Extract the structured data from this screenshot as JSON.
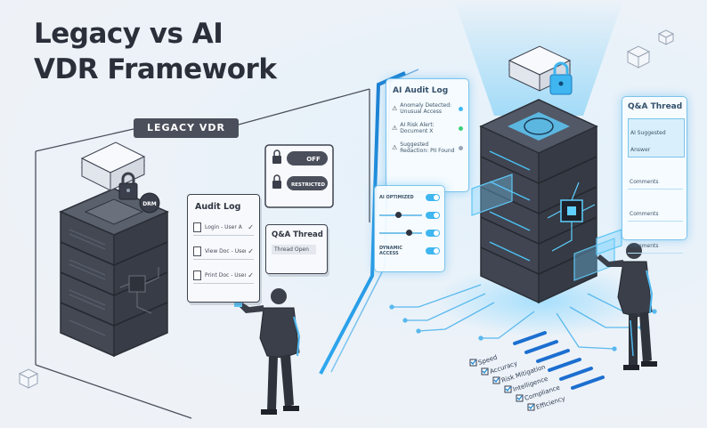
{
  "title_line1": "Legacy vs AI",
  "title_line2": "VDR Framework",
  "legacy": {
    "label": "LEGACY VDR",
    "drm_badge": "DRM",
    "audit_log": {
      "title": "Audit Log",
      "rows": [
        "Login - User A",
        "View Doc - User B",
        "Print Doc - User C"
      ]
    },
    "toggles": [
      "OFF",
      "RESTRICTED"
    ],
    "qa": {
      "title": "Q&A Thread",
      "subtitle": "Thread Open"
    }
  },
  "ai": {
    "audit_log": {
      "title": "AI Audit Log",
      "rows": [
        "Anomaly Detected: Unusual Access",
        "AI Risk Alert: Document X",
        "Suggested Redaction: PII Found"
      ]
    },
    "controls": [
      "AI OPTIMIZED",
      "DYNAMIC ACCESS"
    ],
    "qa": {
      "title": "Q&A Thread",
      "rows": [
        "AI Suggested Answer",
        "Comments",
        "Comments",
        "Comments"
      ]
    },
    "metrics": [
      "Speed",
      "Accuracy",
      "Risk Mitigation",
      "Intelligence",
      "Compliance",
      "Efficiency"
    ]
  },
  "colors": {
    "dark": "#3a3f4b",
    "glow": "#38b6f0",
    "accent": "#1c8ad6",
    "paper": "#f7f9fc"
  }
}
